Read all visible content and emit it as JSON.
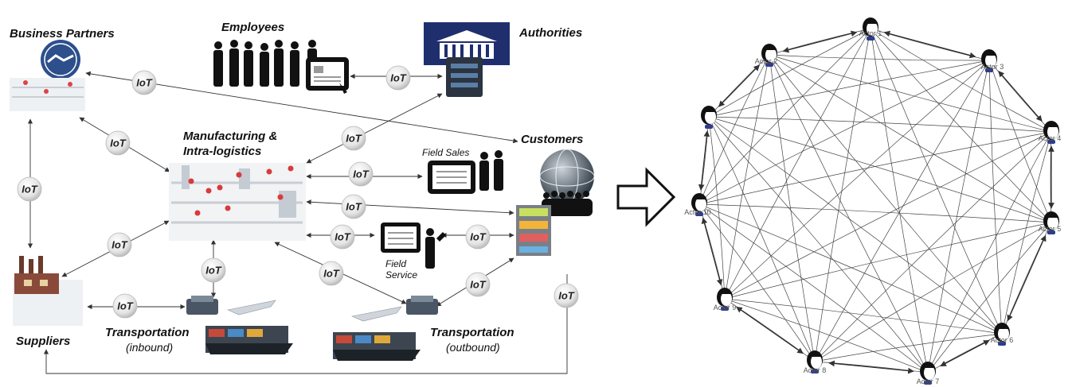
{
  "left_diagram": {
    "nodes": {
      "business_partners": "Business Partners",
      "employees": "Employees",
      "authorities": "Authorities",
      "manufacturing": [
        "Manufacturing &",
        "Intra-logistics"
      ],
      "customers": "Customers",
      "field_sales": "Field Sales",
      "field_service": [
        "Field",
        "Service"
      ],
      "suppliers": "Suppliers",
      "transport_in": "Transportation",
      "transport_in_sub": "(inbound)",
      "transport_out": "Transportation",
      "transport_out_sub": "(outbound)"
    },
    "connector_label": "IoT"
  },
  "right_diagram": {
    "actors": [
      "Actor 1",
      "Actor 2",
      "Actor 3",
      "Actor 4",
      "Actor 5",
      "Actor 6",
      "Actor 7",
      "Actor 8",
      "Actor 9",
      "Actor 10"
    ]
  }
}
